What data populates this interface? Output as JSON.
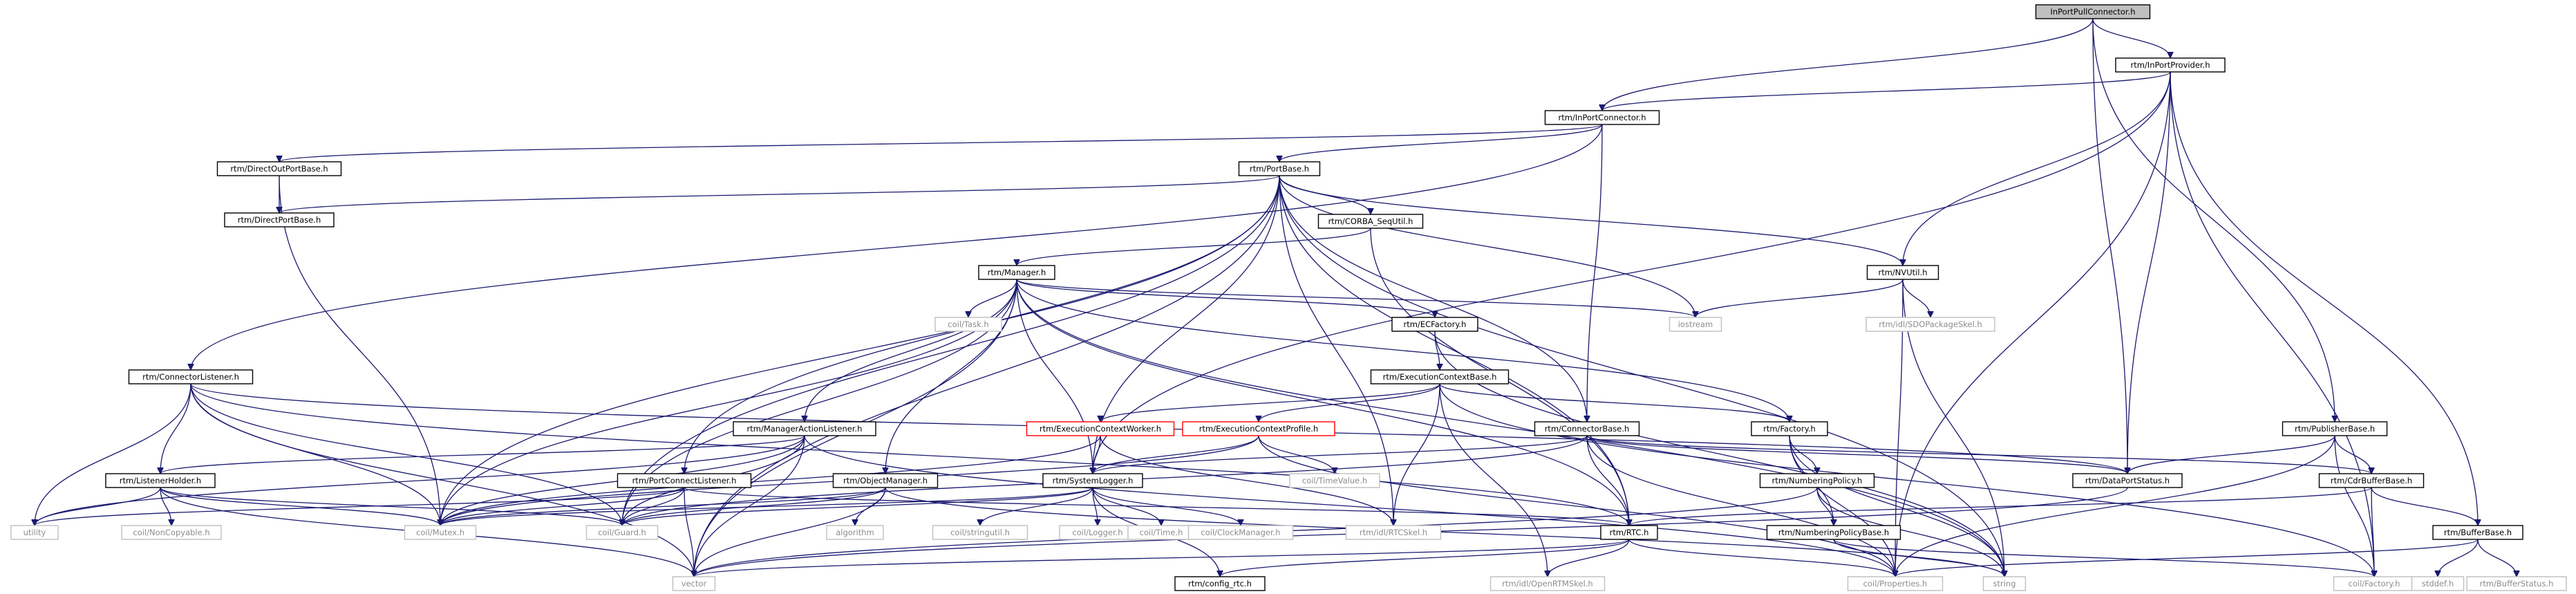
{
  "colors": {
    "node_border": "#000000",
    "node_fill": "#ffffff",
    "root_fill": "#bfbfbf",
    "missing_border": "#ff0000",
    "external_border": "#bfbfbf",
    "external_text": "#8c8c8c",
    "edge": "#191970",
    "background": "#ffffff"
  },
  "nodes": [
    {
      "id": "root",
      "label": "InPortPullConnector.h",
      "kind": "root"
    },
    {
      "id": "inportprovider",
      "label": "rtm/InPortProvider.h",
      "kind": "file"
    },
    {
      "id": "inportconnector",
      "label": "rtm/InPortConnector.h",
      "kind": "file"
    },
    {
      "id": "directoutportbase",
      "label": "rtm/DirectOutPortBase.h",
      "kind": "file"
    },
    {
      "id": "portbase",
      "label": "rtm/PortBase.h",
      "kind": "file"
    },
    {
      "id": "directportbase",
      "label": "rtm/DirectPortBase.h",
      "kind": "file"
    },
    {
      "id": "corbaseq",
      "label": "rtm/CORBA_SeqUtil.h",
      "kind": "file"
    },
    {
      "id": "nvutil",
      "label": "rtm/NVUtil.h",
      "kind": "file"
    },
    {
      "id": "manager",
      "label": "rtm/Manager.h",
      "kind": "file"
    },
    {
      "id": "coiltask",
      "label": "coil/Task.h",
      "kind": "external"
    },
    {
      "id": "iostream",
      "label": "iostream",
      "kind": "external"
    },
    {
      "id": "sdopkg",
      "label": "rtm/idl/SDOPackageSkel.h",
      "kind": "external"
    },
    {
      "id": "ecfactory",
      "label": "rtm/ECFactory.h",
      "kind": "file"
    },
    {
      "id": "ecbase",
      "label": "rtm/ExecutionContextBase.h",
      "kind": "file"
    },
    {
      "id": "connectorlistener",
      "label": "rtm/ConnectorListener.h",
      "kind": "file"
    },
    {
      "id": "manageractionlistener",
      "label": "rtm/ManagerActionListener.h",
      "kind": "file"
    },
    {
      "id": "ecworker",
      "label": "rtm/ExecutionContextWorker.h",
      "kind": "missing"
    },
    {
      "id": "ecprofile",
      "label": "rtm/ExecutionContextProfile.h",
      "kind": "missing"
    },
    {
      "id": "connectorbase",
      "label": "rtm/ConnectorBase.h",
      "kind": "file"
    },
    {
      "id": "factory",
      "label": "rtm/Factory.h",
      "kind": "file"
    },
    {
      "id": "publisherbase",
      "label": "rtm/PublisherBase.h",
      "kind": "file"
    },
    {
      "id": "listenerholder",
      "label": "rtm/ListenerHolder.h",
      "kind": "file"
    },
    {
      "id": "portconnectlistener",
      "label": "rtm/PortConnectListener.h",
      "kind": "file"
    },
    {
      "id": "objectmanager",
      "label": "rtm/ObjectManager.h",
      "kind": "file"
    },
    {
      "id": "systemlogger",
      "label": "rtm/SystemLogger.h",
      "kind": "file"
    },
    {
      "id": "timevalue",
      "label": "coil/TimeValue.h",
      "kind": "external"
    },
    {
      "id": "numberingpolicy",
      "label": "rtm/NumberingPolicy.h",
      "kind": "file"
    },
    {
      "id": "dataportstatus",
      "label": "rtm/DataPortStatus.h",
      "kind": "file"
    },
    {
      "id": "cdrbufferbase",
      "label": "rtm/CdrBufferBase.h",
      "kind": "file"
    },
    {
      "id": "utility",
      "label": "utility",
      "kind": "external"
    },
    {
      "id": "noncopyable",
      "label": "coil/NonCopyable.h",
      "kind": "external"
    },
    {
      "id": "mutex",
      "label": "coil/Mutex.h",
      "kind": "external"
    },
    {
      "id": "guard",
      "label": "coil/Guard.h",
      "kind": "external"
    },
    {
      "id": "algorithm",
      "label": "algorithm",
      "kind": "external"
    },
    {
      "id": "stringutil",
      "label": "coil/stringutil.h",
      "kind": "external"
    },
    {
      "id": "logger",
      "label": "coil/Logger.h",
      "kind": "external"
    },
    {
      "id": "time",
      "label": "coil/Time.h",
      "kind": "external"
    },
    {
      "id": "clockmanager",
      "label": "coil/ClockManager.h",
      "kind": "external"
    },
    {
      "id": "rtcskel",
      "label": "rtm/idl/RTCSkel.h",
      "kind": "external"
    },
    {
      "id": "rtc",
      "label": "rtm/RTC.h",
      "kind": "file"
    },
    {
      "id": "numberingpolicybase",
      "label": "rtm/NumberingPolicyBase.h",
      "kind": "file"
    },
    {
      "id": "bufferbase",
      "label": "rtm/BufferBase.h",
      "kind": "file"
    },
    {
      "id": "vector",
      "label": "vector",
      "kind": "external"
    },
    {
      "id": "configrtc",
      "label": "rtm/config_rtc.h",
      "kind": "file"
    },
    {
      "id": "openrtm",
      "label": "rtm/idl/OpenRTMSkel.h",
      "kind": "external"
    },
    {
      "id": "properties",
      "label": "coil/Properties.h",
      "kind": "external"
    },
    {
      "id": "string",
      "label": "string",
      "kind": "external"
    },
    {
      "id": "coilfactory",
      "label": "coil/Factory.h",
      "kind": "external"
    },
    {
      "id": "stddef",
      "label": "stddef.h",
      "kind": "external"
    },
    {
      "id": "bufferstatus",
      "label": "rtm/BufferStatus.h",
      "kind": "external"
    }
  ],
  "edges": [
    [
      "root",
      "inportprovider"
    ],
    [
      "root",
      "inportconnector"
    ],
    [
      "root",
      "dataportstatus"
    ],
    [
      "root",
      "publisherbase"
    ],
    [
      "inportprovider",
      "inportconnector"
    ],
    [
      "inportprovider",
      "nvutil"
    ],
    [
      "inportprovider",
      "dataportstatus"
    ],
    [
      "inportprovider",
      "systemlogger"
    ],
    [
      "inportprovider",
      "bufferbase"
    ],
    [
      "inportprovider",
      "properties"
    ],
    [
      "inportprovider",
      "coilfactory"
    ],
    [
      "inportconnector",
      "directoutportbase"
    ],
    [
      "inportconnector",
      "portbase"
    ],
    [
      "inportconnector",
      "connectorlistener"
    ],
    [
      "inportconnector",
      "connectorbase"
    ],
    [
      "directoutportbase",
      "directportbase"
    ],
    [
      "directoutportbase",
      "mutex"
    ],
    [
      "portbase",
      "directportbase"
    ],
    [
      "portbase",
      "corbaseq"
    ],
    [
      "portbase",
      "nvutil"
    ],
    [
      "portbase",
      "iostream"
    ],
    [
      "portbase",
      "string"
    ],
    [
      "portbase",
      "vector"
    ],
    [
      "portbase",
      "mutex"
    ],
    [
      "portbase",
      "guard"
    ],
    [
      "portbase",
      "rtc"
    ],
    [
      "portbase",
      "portconnectlistener"
    ],
    [
      "portbase",
      "systemlogger"
    ],
    [
      "portbase",
      "connectorbase"
    ],
    [
      "portbase",
      "rtcskel"
    ],
    [
      "corbaseq",
      "manager"
    ],
    [
      "corbaseq",
      "rtc"
    ],
    [
      "nvutil",
      "iostream"
    ],
    [
      "nvutil",
      "sdopkg"
    ],
    [
      "nvutil",
      "string"
    ],
    [
      "nvutil",
      "properties"
    ],
    [
      "manager",
      "coiltask"
    ],
    [
      "manager",
      "iostream"
    ],
    [
      "manager",
      "ecfactory"
    ],
    [
      "manager",
      "factory"
    ],
    [
      "manager",
      "manageractionlistener"
    ],
    [
      "manager",
      "objectmanager"
    ],
    [
      "manager",
      "systemlogger"
    ],
    [
      "manager",
      "mutex"
    ],
    [
      "manager",
      "guard"
    ],
    [
      "manager",
      "rtc"
    ],
    [
      "manager",
      "vector"
    ],
    [
      "manager",
      "string"
    ],
    [
      "ecfactory",
      "ecbase"
    ],
    [
      "ecfactory",
      "string"
    ],
    [
      "ecbase",
      "ecworker"
    ],
    [
      "ecbase",
      "ecprofile"
    ],
    [
      "ecbase",
      "factory"
    ],
    [
      "ecbase",
      "rtcskel"
    ],
    [
      "ecbase",
      "openrtm"
    ],
    [
      "ecbase",
      "coilfactory"
    ],
    [
      "ecworker",
      "systemlogger"
    ],
    [
      "ecworker",
      "mutex"
    ],
    [
      "ecworker",
      "rtcskel"
    ],
    [
      "ecprofile",
      "systemlogger"
    ],
    [
      "ecprofile",
      "timevalue"
    ],
    [
      "ecprofile",
      "mutex"
    ],
    [
      "ecprofile",
      "properties"
    ],
    [
      "connectorlistener",
      "listenerholder"
    ],
    [
      "connectorlistener",
      "mutex"
    ],
    [
      "connectorlistener",
      "guard"
    ],
    [
      "connectorlistener",
      "utility"
    ],
    [
      "connectorlistener",
      "vector"
    ],
    [
      "connectorlistener",
      "dataportstatus"
    ],
    [
      "connectorlistener",
      "rtc"
    ],
    [
      "manageractionlistener",
      "listenerholder"
    ],
    [
      "manageractionlistener",
      "mutex"
    ],
    [
      "manageractionlistener",
      "guard"
    ],
    [
      "manageractionlistener",
      "vector"
    ],
    [
      "manageractionlistener",
      "utility"
    ],
    [
      "manageractionlistener",
      "properties"
    ],
    [
      "listenerholder",
      "utility"
    ],
    [
      "listenerholder",
      "noncopyable"
    ],
    [
      "listenerholder",
      "mutex"
    ],
    [
      "listenerholder",
      "guard"
    ],
    [
      "listenerholder",
      "vector"
    ],
    [
      "portconnectlistener",
      "mutex"
    ],
    [
      "portconnectlistener",
      "guard"
    ],
    [
      "portconnectlistener",
      "vector"
    ],
    [
      "portconnectlistener",
      "utility"
    ],
    [
      "portconnectlistener",
      "rtc"
    ],
    [
      "objectmanager",
      "mutex"
    ],
    [
      "objectmanager",
      "guard"
    ],
    [
      "objectmanager",
      "vector"
    ],
    [
      "objectmanager",
      "algorithm"
    ],
    [
      "objectmanager",
      "string"
    ],
    [
      "systemlogger",
      "logger"
    ],
    [
      "systemlogger",
      "time"
    ],
    [
      "systemlogger",
      "clockmanager"
    ],
    [
      "systemlogger",
      "stringutil"
    ],
    [
      "systemlogger",
      "mutex"
    ],
    [
      "systemlogger",
      "guard"
    ],
    [
      "systemlogger",
      "configrtc"
    ],
    [
      "connectorbase",
      "rtc"
    ],
    [
      "connectorbase",
      "dataportstatus"
    ],
    [
      "connectorbase",
      "cdrbufferbase"
    ],
    [
      "connectorbase",
      "properties"
    ],
    [
      "connectorbase",
      "systemlogger"
    ],
    [
      "connectorbase",
      "guard"
    ],
    [
      "factory",
      "numberingpolicy"
    ],
    [
      "factory",
      "numberingpolicybase"
    ],
    [
      "factory",
      "string"
    ],
    [
      "factory",
      "properties"
    ],
    [
      "numberingpolicy",
      "numberingpolicybase"
    ],
    [
      "numberingpolicy",
      "string"
    ],
    [
      "numberingpolicy",
      "vector"
    ],
    [
      "numberingpolicybase",
      "string"
    ],
    [
      "numberingpolicybase",
      "coilfactory"
    ],
    [
      "publisherbase",
      "dataportstatus"
    ],
    [
      "publisherbase",
      "cdrbufferbase"
    ],
    [
      "publisherbase",
      "coilfactory"
    ],
    [
      "publisherbase",
      "properties"
    ],
    [
      "dataportstatus",
      "vector"
    ],
    [
      "cdrbufferbase",
      "bufferbase"
    ],
    [
      "cdrbufferbase",
      "rtc"
    ],
    [
      "cdrbufferbase",
      "coilfactory"
    ],
    [
      "bufferbase",
      "stddef"
    ],
    [
      "bufferbase",
      "bufferstatus"
    ],
    [
      "bufferbase",
      "properties"
    ],
    [
      "rtc",
      "configrtc"
    ],
    [
      "rtc",
      "openrtm"
    ],
    [
      "rtc",
      "properties"
    ],
    [
      "rtc",
      "vector"
    ]
  ]
}
